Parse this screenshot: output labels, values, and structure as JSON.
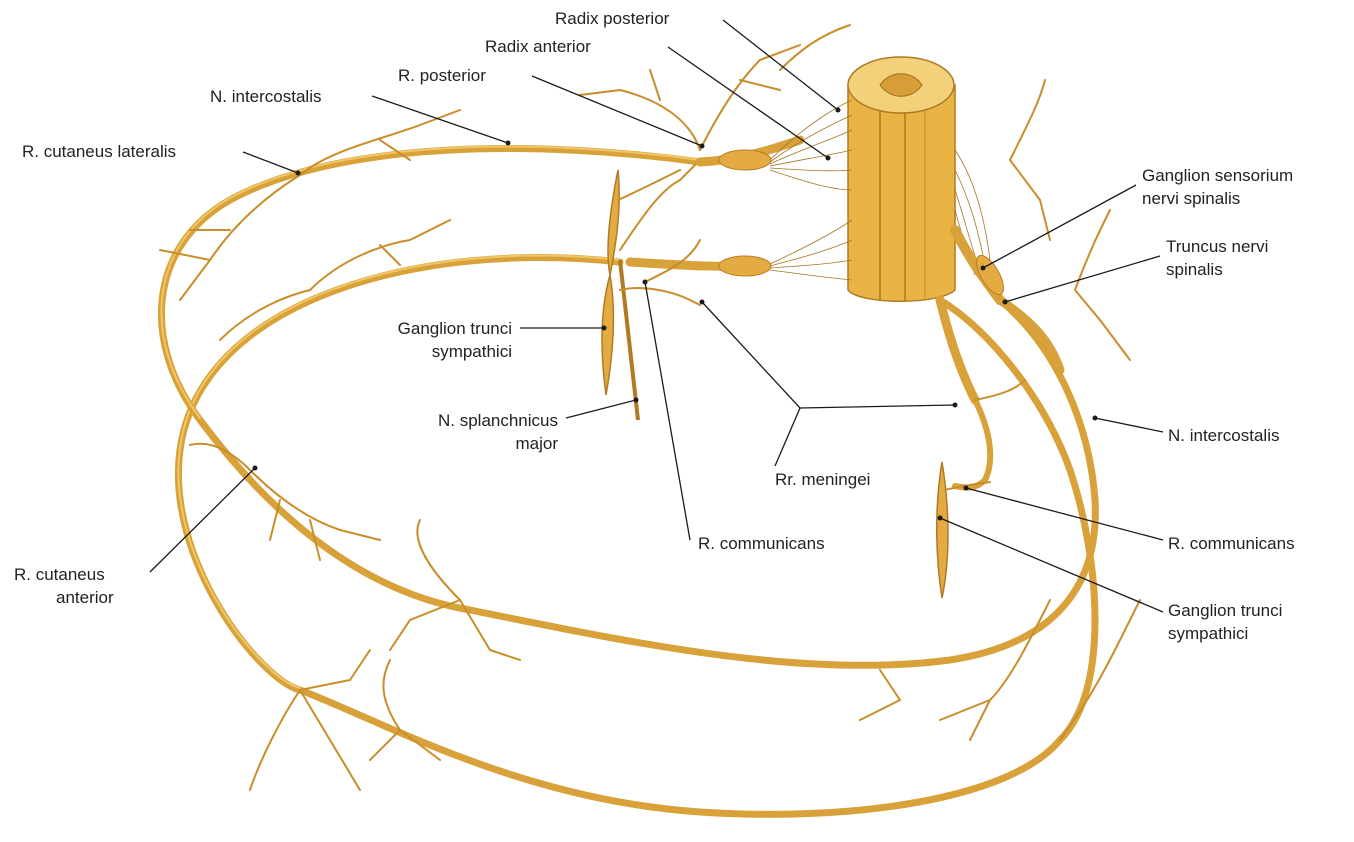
{
  "labels": {
    "radix_posterior": "Radix posterior",
    "radix_anterior": "Radix anterior",
    "r_posterior": "R. posterior",
    "n_intercostalis_left": "N. intercostalis",
    "r_cutaneus_lateralis": "R. cutaneus lateralis",
    "ganglion_sensorium_1": "Ganglion sensorium",
    "ganglion_sensorium_2": "nervi spinalis",
    "truncus_1": "Truncus nervi",
    "truncus_2": "spinalis",
    "ganglion_trunci_left_1": "Ganglion trunci",
    "ganglion_trunci_left_2": "sympathici",
    "n_splanchnicus_1": "N. splanchnicus",
    "n_splanchnicus_2": "major",
    "rr_meningei": "Rr. meningei",
    "n_intercostalis_right": "N. intercostalis",
    "r_communicans_center": "R. communicans",
    "r_communicans_right": "R. communicans",
    "ganglion_trunci_right_1": "Ganglion trunci",
    "ganglion_trunci_right_2": "sympathici",
    "r_cutaneus_anterior_1": "R. cutaneus",
    "r_cutaneus_anterior_2": "anterior"
  },
  "colors": {
    "nerve": "#d8a13a",
    "nerve_highlight": "#f0c766",
    "spinal_cord": "#e8b545",
    "leader": "#1a1a1a"
  }
}
